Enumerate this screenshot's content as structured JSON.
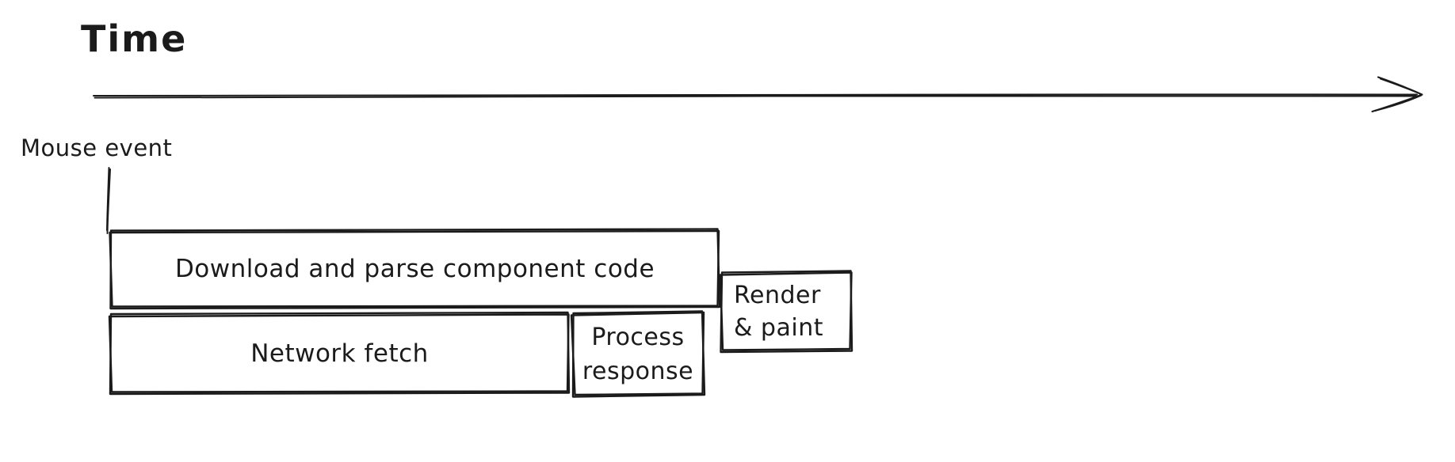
{
  "canvas": {
    "background": "#ffffff",
    "ink": "#1b1b1b"
  },
  "timeline": {
    "title": "Time"
  },
  "event": {
    "label": "Mouse event"
  },
  "boxes": {
    "download": {
      "label": "Download and parse component code"
    },
    "network": {
      "label": "Network fetch"
    },
    "process": {
      "line1": "Process",
      "line2": "response"
    },
    "render": {
      "line1": "Render",
      "line2": "& paint"
    }
  }
}
